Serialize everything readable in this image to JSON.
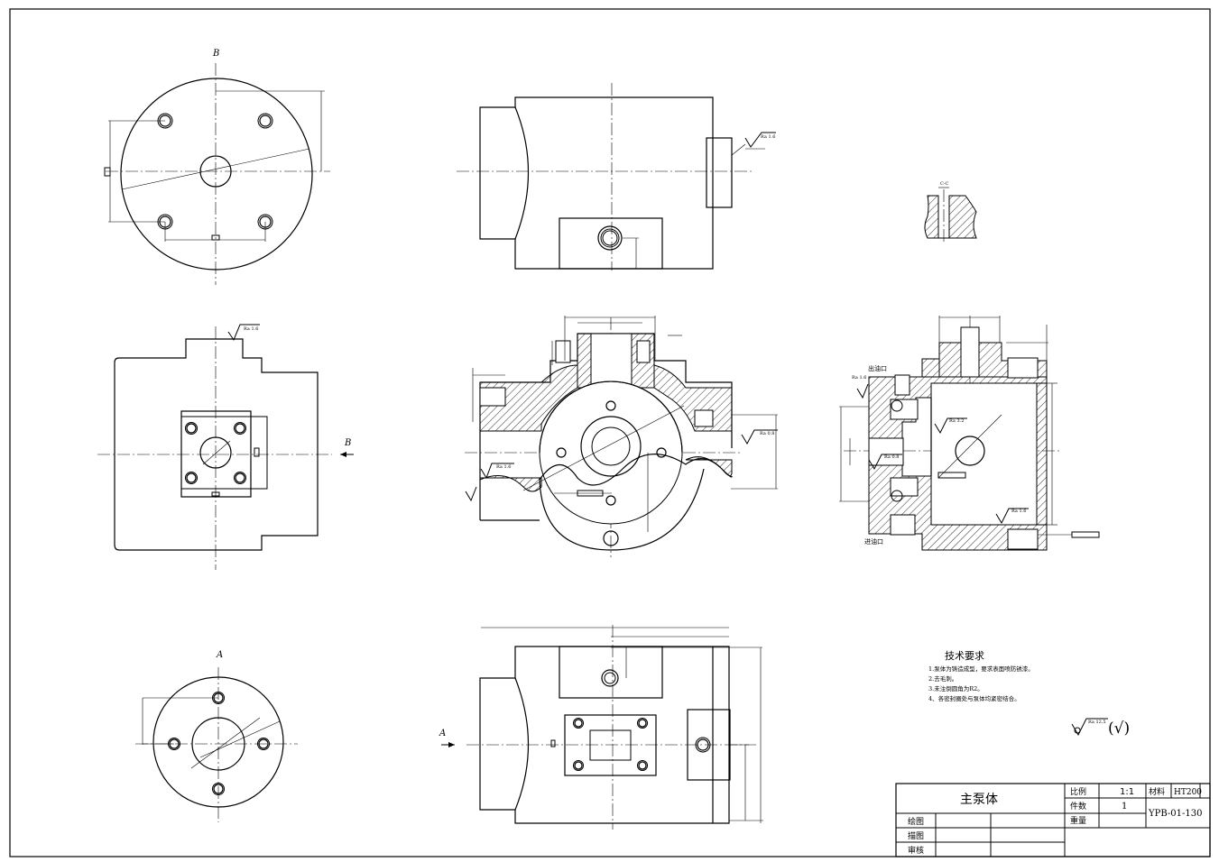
{
  "view_labels": {
    "B": "B",
    "A": "A"
  },
  "annotations": {
    "ra16": "Ra 1.6",
    "ra32": "Ra 3.2",
    "ra08": "Ra 0.8",
    "ra125": "Ra 12.5",
    "outlet": "出油口",
    "inlet": "进油口",
    "section_cc": "C-C"
  },
  "tech_requirements": {
    "title": "技术要求",
    "items": [
      "1.泵体为铸造成型，要求表面喷防锈漆。",
      "2.去毛刺。",
      "3.未注倒圆角为R2。",
      "4、各密封圈处与泵体均紧密结合。"
    ]
  },
  "surface_note": {
    "value": "Ra 12.5",
    "paren": "(√)"
  },
  "title_block": {
    "part_name": "主泵体",
    "scale_label": "比例",
    "scale_value": "1:1",
    "material_label": "材料",
    "material_value": "HT200",
    "qty_label": "件数",
    "qty_value": "1",
    "weight_label": "重量",
    "drawing_no": "YPB-01-130",
    "drawn_label": "绘图",
    "traced_label": "描图",
    "checked_label": "审核"
  }
}
